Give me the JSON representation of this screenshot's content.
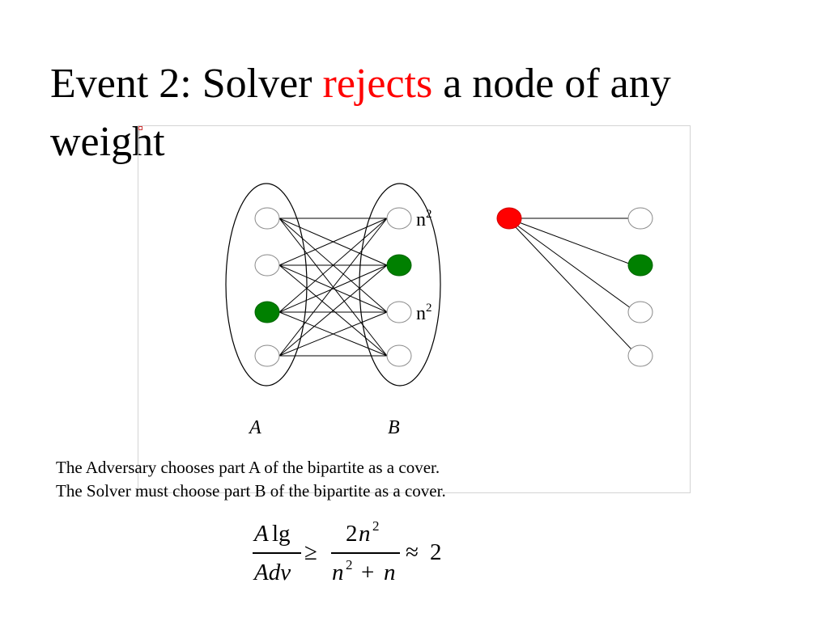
{
  "slide": {
    "title_prefix": "Event 2:  Solver ",
    "title_accent": "rejects",
    "title_suffix": " a node of any weight",
    "accent_color": "#ff0000"
  },
  "diagram": {
    "part_a_label": "A",
    "part_b_label": "B",
    "weight_label_top": "n",
    "weight_label_bottom": "n",
    "weight_exponent": "2",
    "node_colors": {
      "empty": "#ffffff",
      "selected": "#008000",
      "rejected": "#ff0000"
    }
  },
  "caption": {
    "line1": "The Adversary chooses part A of the bipartite as a cover.",
    "line2": "The Solver must choose part B of the bipartite as a cover."
  },
  "formula": {
    "num_left_a": "A",
    "num_left_lg": "lg",
    "den_left": "Adv",
    "geq": "≥",
    "num_right_coef": "2",
    "num_right_var": "n",
    "num_right_exp": "2",
    "den_right_var1": "n",
    "den_right_exp": "2",
    "den_right_plus": "+",
    "den_right_var2": "n",
    "approx": "≈",
    "value": "2"
  }
}
